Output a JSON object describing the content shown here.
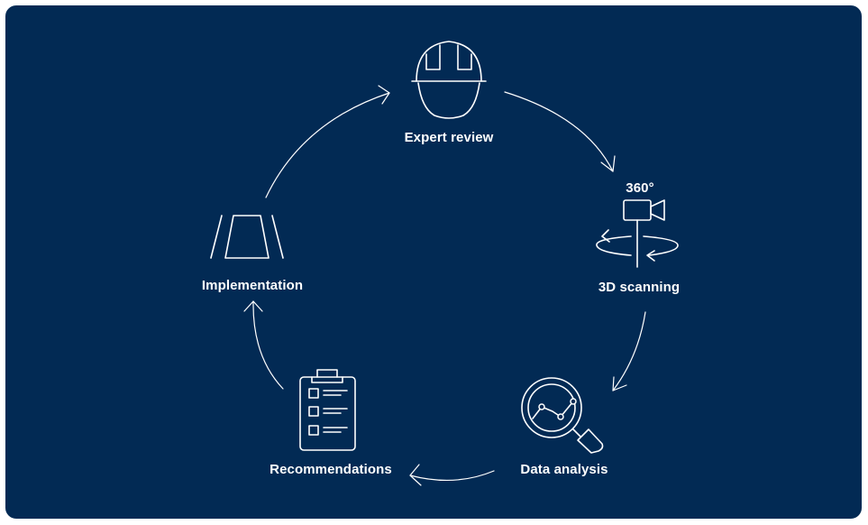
{
  "diagram": {
    "steps": [
      {
        "id": "expert-review",
        "label": "Expert review",
        "icon": "hard-hat-icon"
      },
      {
        "id": "3d-scanning",
        "label": "3D scanning",
        "icon": "360-camera-icon",
        "badge": "360°"
      },
      {
        "id": "data-analysis",
        "label": "Data analysis",
        "icon": "magnifier-chart-icon"
      },
      {
        "id": "recommendations",
        "label": "Recommendations",
        "icon": "clipboard-checklist-icon"
      },
      {
        "id": "implementation",
        "label": "Implementation",
        "icon": "road-icon"
      }
    ],
    "colors": {
      "background": "#022a54",
      "foreground": "#ffffff",
      "frame": "#ffffff"
    }
  }
}
